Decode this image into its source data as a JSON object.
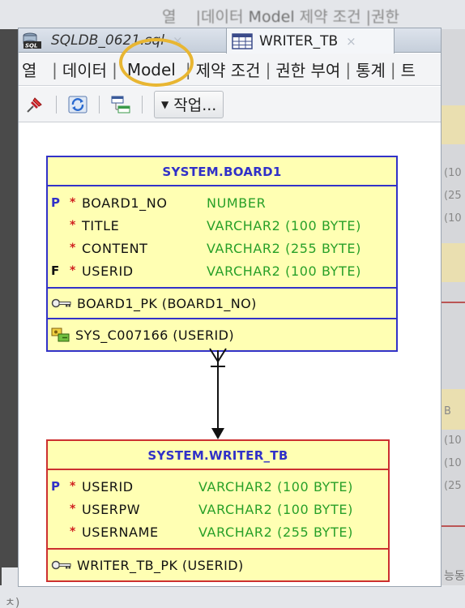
{
  "background": {
    "menu": [
      "열",
      "|데이터",
      "Model",
      "제약 조건",
      "|권한"
    ],
    "bottom_left_text": "I ",
    "bottom_right_text": "능동",
    "bottom_text": "ㅊ)",
    "ghost_rows": [
      "(10",
      "(25",
      "(10",
      "B",
      "(10",
      "(10",
      "(25"
    ]
  },
  "tabs": [
    {
      "label": "SQLDB_0621.sql",
      "icon": "sql-file-icon",
      "active": false
    },
    {
      "label": "WRITER_TB",
      "icon": "table-grid-icon",
      "active": true
    }
  ],
  "tab_close_glyph": "×",
  "subtabs": [
    "열",
    "데이터",
    "Model",
    "제약 조건",
    "권한 부여",
    "통계",
    "트"
  ],
  "toolbar": {
    "pin_icon": "pin-icon",
    "refresh_icon": "refresh-icon",
    "layout_icon": "layout-icon",
    "actions_label": "작업...",
    "actions_caret": "▼"
  },
  "colors": {
    "parent_border": "#3232c8",
    "child_border": "#cc3030",
    "entity_fill": "#ffffb3",
    "type_text": "#28a028",
    "highlight_ring": "#e8b632"
  },
  "entities": {
    "board": {
      "title": "SYSTEM.BOARD1",
      "columns": [
        {
          "flag": "P",
          "required": "*",
          "name": "BOARD1_NO",
          "type": "NUMBER"
        },
        {
          "flag": "",
          "required": "*",
          "name": "TITLE",
          "type": "VARCHAR2 (100 BYTE)"
        },
        {
          "flag": "",
          "required": "*",
          "name": "CONTENT",
          "type": "VARCHAR2 (255 BYTE)"
        },
        {
          "flag": "F",
          "required": "*",
          "name": "USERID",
          "type": "VARCHAR2 (100 BYTE)"
        }
      ],
      "primary_key": "BOARD1_PK (BOARD1_NO)",
      "foreign_key": "SYS_C007166 (USERID)"
    },
    "writer": {
      "title": "SYSTEM.WRITER_TB",
      "columns": [
        {
          "flag": "P",
          "required": "*",
          "name": "USERID",
          "type": "VARCHAR2 (100 BYTE)"
        },
        {
          "flag": "",
          "required": "*",
          "name": "USERPW",
          "type": "VARCHAR2 (100 BYTE)"
        },
        {
          "flag": "",
          "required": "*",
          "name": "USERNAME",
          "type": "VARCHAR2 (255 BYTE)"
        }
      ],
      "primary_key": "WRITER_TB_PK (USERID)"
    }
  }
}
